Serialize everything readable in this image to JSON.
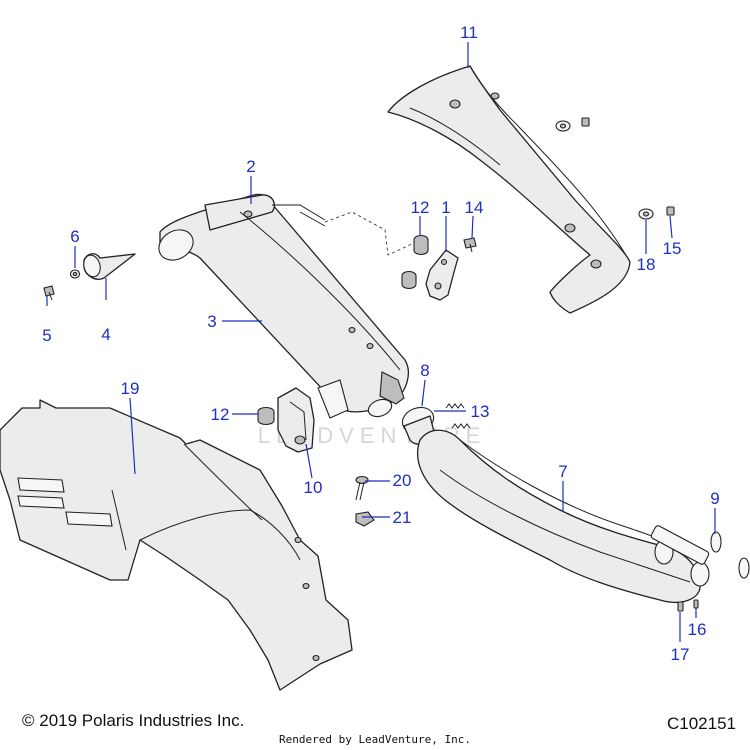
{
  "diagram": {
    "watermark": "LEADVENTURE",
    "copyright": "© 2019 Polaris Industries Inc.",
    "rendered_by": "Rendered by LeadVenture, Inc.",
    "figure_id": "C102151",
    "callout_color": "#1f2fbf",
    "callouts": [
      {
        "id": "1",
        "label": "1"
      },
      {
        "id": "2",
        "label": "2"
      },
      {
        "id": "3",
        "label": "3"
      },
      {
        "id": "4",
        "label": "4"
      },
      {
        "id": "5",
        "label": "5"
      },
      {
        "id": "6",
        "label": "6"
      },
      {
        "id": "7",
        "label": "7"
      },
      {
        "id": "8",
        "label": "8"
      },
      {
        "id": "9",
        "label": "9"
      },
      {
        "id": "10",
        "label": "10"
      },
      {
        "id": "11",
        "label": "11"
      },
      {
        "id": "12a",
        "label": "12"
      },
      {
        "id": "12b",
        "label": "12"
      },
      {
        "id": "13",
        "label": "13"
      },
      {
        "id": "14",
        "label": "14"
      },
      {
        "id": "15",
        "label": "15"
      },
      {
        "id": "16",
        "label": "16"
      },
      {
        "id": "17",
        "label": "17"
      },
      {
        "id": "18",
        "label": "18"
      },
      {
        "id": "19",
        "label": "19"
      },
      {
        "id": "20",
        "label": "20"
      },
      {
        "id": "21",
        "label": "21"
      }
    ]
  }
}
